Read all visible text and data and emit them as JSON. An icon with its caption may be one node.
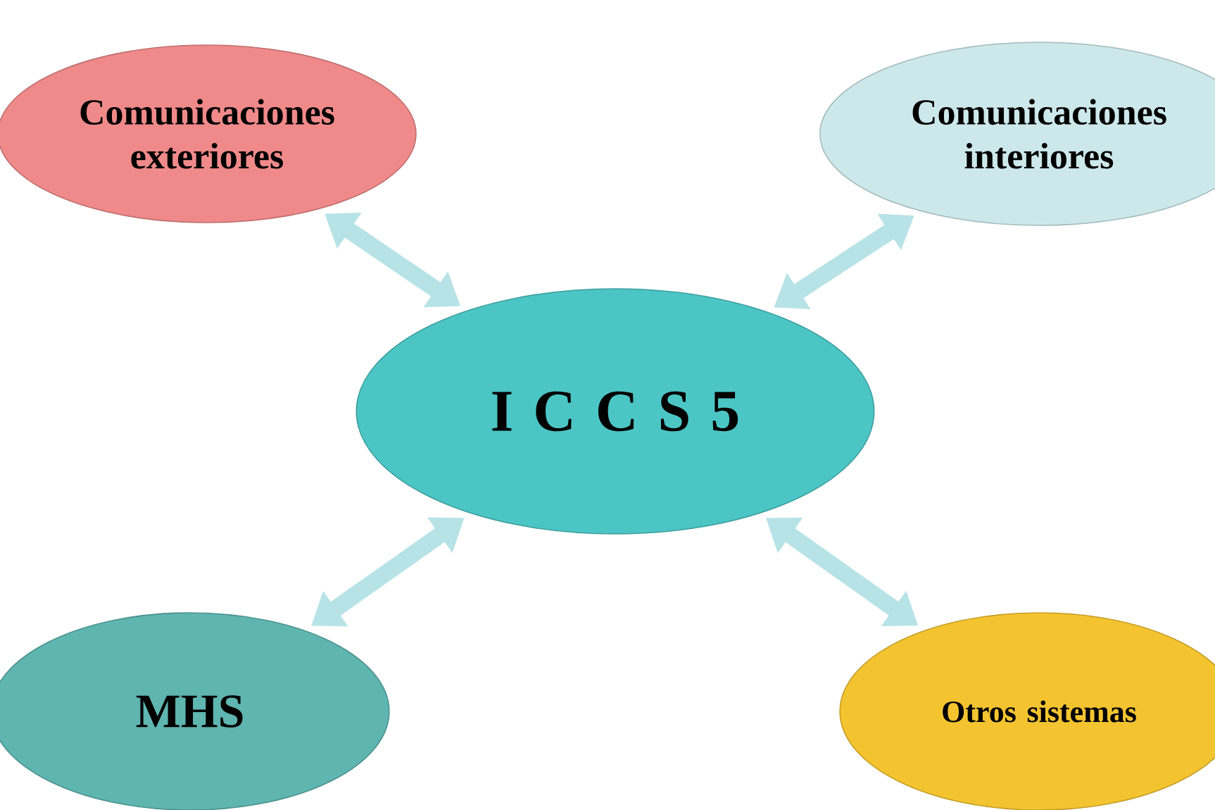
{
  "diagram": {
    "nodes": [
      {
        "text": [
          "Comunicaciones exteriores"
        ]
      },
      {
        "text": [
          "Comunicaciones interiores"
        ]
      },
      {
        "text": [
          "I C C S 5"
        ]
      },
      {
        "text": [
          "MHS"
        ]
      },
      {
        "text": [
          "Otros sistemas"
        ]
      }
    ],
    "edges": [
      {
        "from": 0,
        "to": 2,
        "arrow": "both"
      },
      {
        "from": 1,
        "to": 2,
        "arrow": "both"
      },
      {
        "from": 2,
        "to": 3,
        "arrow": "both"
      },
      {
        "from": 2,
        "to": 4,
        "arrow": "both"
      }
    ]
  }
}
